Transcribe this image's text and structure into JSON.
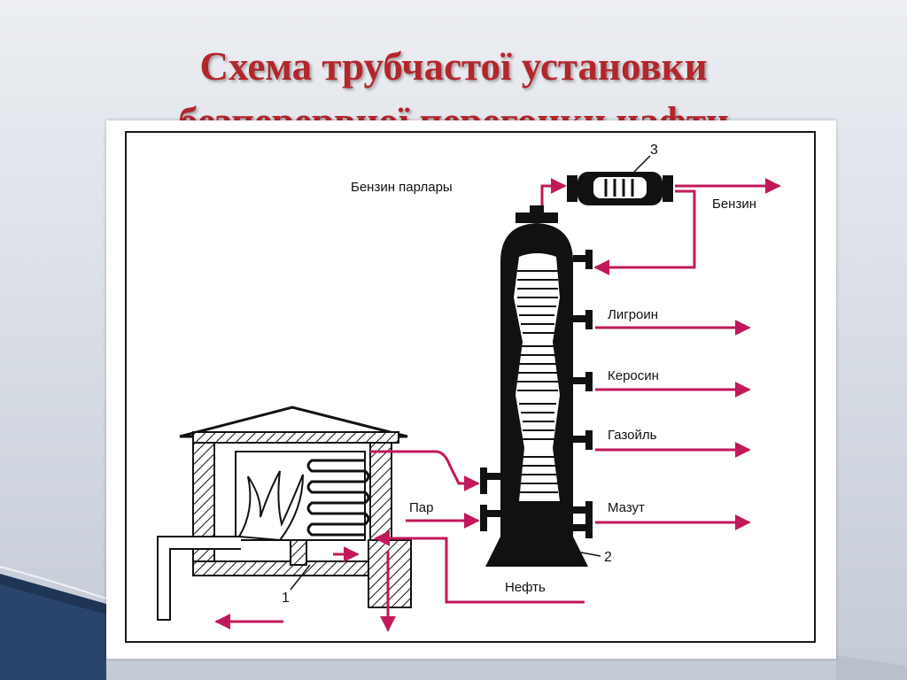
{
  "slide": {
    "title_line1": "Схема трубчастої установки",
    "title_line2": "безперервної перегонки нафти"
  },
  "colors": {
    "title": "#b3262c",
    "flow_arrow": "#c2185b",
    "equipment": "#111111",
    "background_top": "#eceef2",
    "accent_dark": "#1f3556"
  },
  "diagram": {
    "labels": {
      "gasoline_vapors": "Бензин парлары",
      "gasoline": "Бензин",
      "ligroin": "Лигроин",
      "kerosene": "Керосин",
      "gasoil": "Газойль",
      "steam": "Пар",
      "fuel_oil": "Мазут",
      "oil": "Нефть",
      "num_furnace": "1",
      "num_column": "2",
      "num_condenser": "3"
    }
  }
}
